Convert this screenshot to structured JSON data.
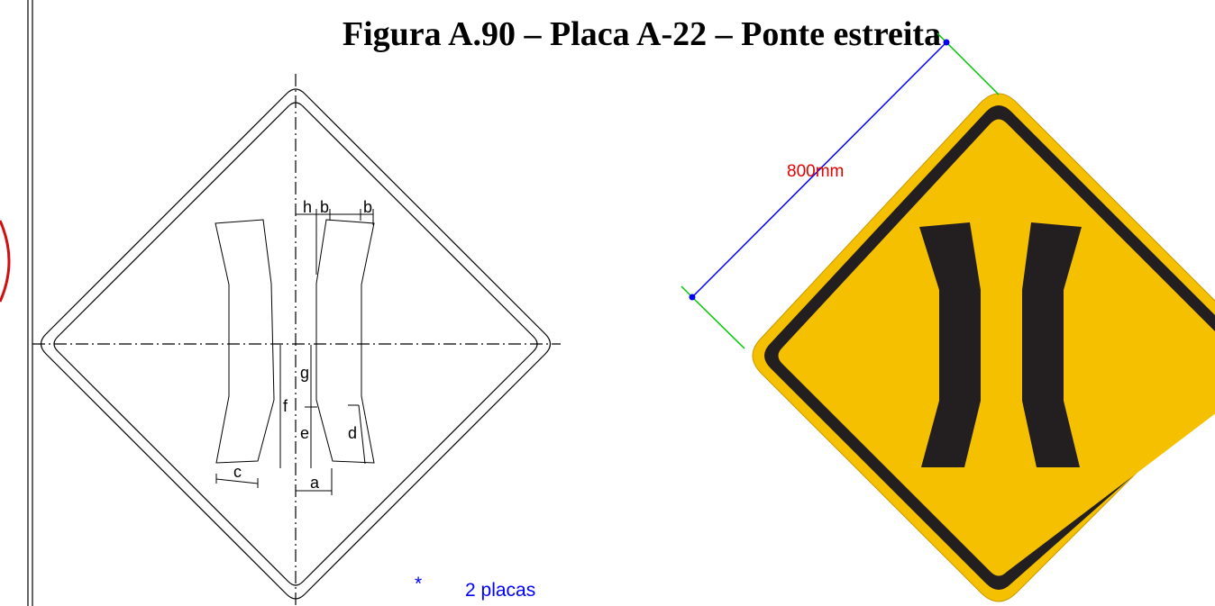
{
  "title": "Figura A.90 – Placa A-22 – Ponte estreita",
  "technical_drawing": {
    "dimension_labels": {
      "h": "h",
      "b_left": "b",
      "b_right": "b",
      "g": "g",
      "f": "f",
      "e": "e",
      "d": "d",
      "c": "c",
      "a": "a"
    }
  },
  "sign": {
    "measurement_label": "800mm",
    "background_color": "#F5C000",
    "symbol_color": "#231F20",
    "measurement_color": "#E00000",
    "dimension_line_color": "#0000FF",
    "extension_line_color": "#00C800"
  },
  "notes": {
    "asterisk": "*",
    "quantity": "2 placas"
  },
  "colors": {
    "note_color": "#0000FF",
    "left_edge_circle": "#D01010"
  }
}
